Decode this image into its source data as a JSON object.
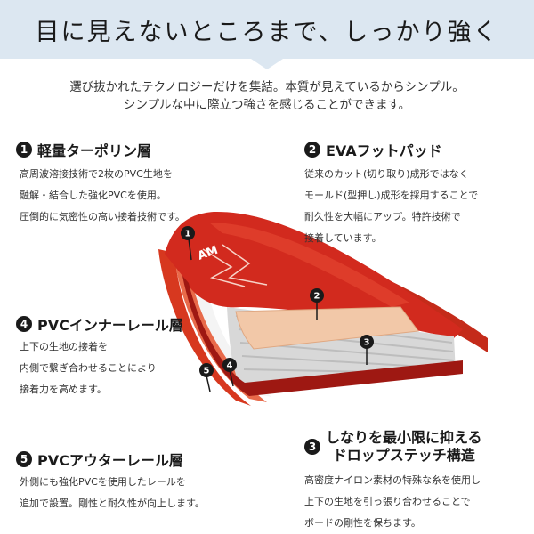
{
  "banner": {
    "title": "目に見えないところまで、しっかり強く"
  },
  "intro": {
    "line1": "選び抜かれたテクノロジーだけを集結。本質が見えているからシンプル。",
    "line2": "シンプルな中に際立つ強さを感じることができます。"
  },
  "features": [
    {
      "number": "1",
      "title": "軽量ターポリン層",
      "lines": [
        "高周波溶接技術で2枚のPVC生地を",
        "融解・結合した強化PVCを使用。",
        "圧倒的に気密性の高い接着技術です。"
      ]
    },
    {
      "number": "2",
      "title": "EVAフットパッド",
      "lines": [
        "従来のカット(切り取り)成形ではなく",
        "モールド(型押し)成形を採用することで",
        "耐久性を大幅にアップ。特許技術で",
        "接着しています。"
      ]
    },
    {
      "number": "3",
      "title_lines": [
        "しなりを最小限に抑える",
        "ドロップステッチ構造"
      ],
      "lines": [
        "高密度ナイロン素材の特殊な糸を使用し",
        "上下の生地を引っ張り合わせることで",
        "ボードの剛性を保ちます。"
      ]
    },
    {
      "number": "4",
      "title": "PVCインナーレール層",
      "lines": [
        "上下の生地の接着を",
        "内側で繋ぎ合わせることにより",
        "接着力を高めます。"
      ]
    },
    {
      "number": "5",
      "title": "PVCアウターレール層",
      "lines": [
        "外側にも強化PVCを使用したレールを",
        "追加で設置。剛性と耐久性が向上します。"
      ]
    }
  ],
  "board": {
    "logo_text": "AM"
  },
  "colors": {
    "banner_bg": "#dce7f1",
    "board_red": "#d22a1e",
    "board_dark_red": "#9e1812",
    "pad_color": "#f2c8a8",
    "core_gray": "#d8d8d8",
    "marker": "#1a1a1a"
  }
}
